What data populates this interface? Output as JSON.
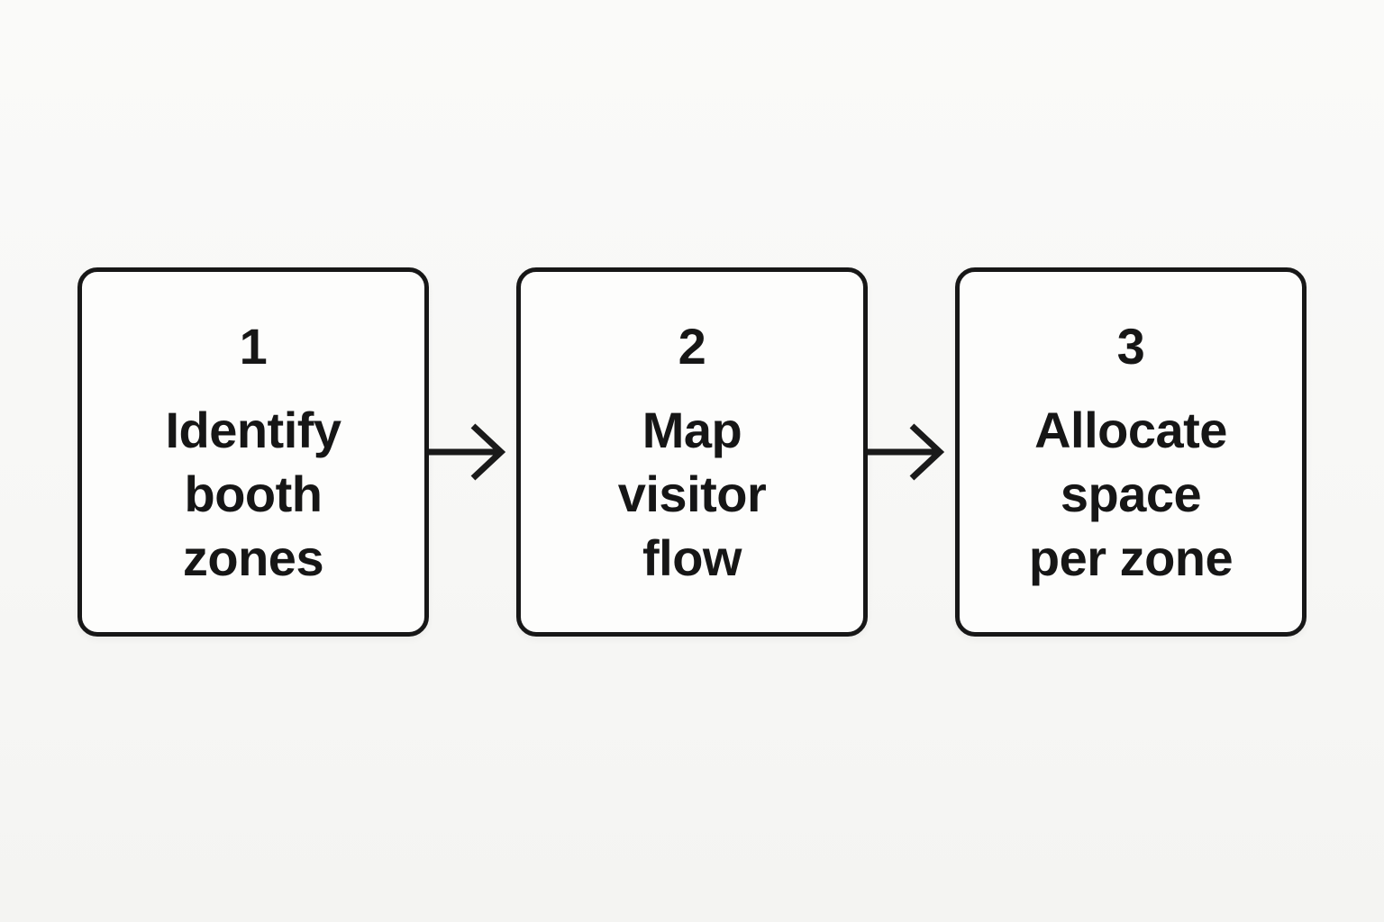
{
  "colors": {
    "ink": "#1a1a1a",
    "box_fill": "#fdfdfc",
    "background": "#f8f8f6"
  },
  "flowchart": {
    "type": "flowchart",
    "direction": "left-to-right",
    "steps": [
      {
        "number": "1",
        "label": "Identify booth zones",
        "lines": [
          "Identify",
          "booth",
          "zones"
        ]
      },
      {
        "number": "2",
        "label": "Map visitor flow",
        "lines": [
          "Map",
          "visitor",
          "flow"
        ]
      },
      {
        "number": "3",
        "label": "Allocate space per zone",
        "lines": [
          "Allocate",
          "space",
          "per zone"
        ]
      }
    ],
    "connectors": [
      {
        "from": "1",
        "to": "2",
        "type": "arrow-right"
      },
      {
        "from": "2",
        "to": "3",
        "type": "arrow-right"
      }
    ]
  }
}
